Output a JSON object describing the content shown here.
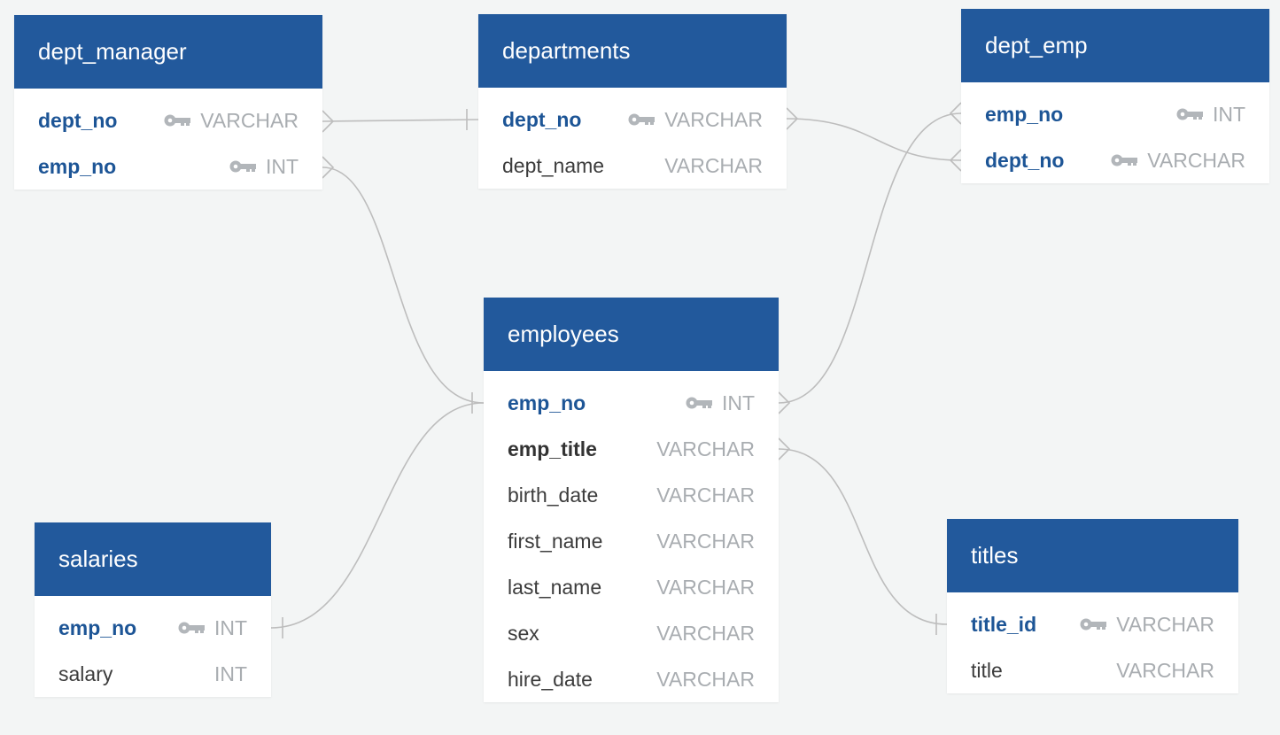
{
  "colors": {
    "header": "#22599c",
    "pk_text": "#1d5596",
    "type_text": "#a9adb1",
    "link": "#bdbdbd",
    "background": "#f3f5f5"
  },
  "tables": {
    "dept_manager": {
      "name": "dept_manager",
      "columns": [
        {
          "name": "dept_no",
          "type": "VARCHAR",
          "pk": true
        },
        {
          "name": "emp_no",
          "type": "INT",
          "pk": true
        }
      ]
    },
    "departments": {
      "name": "departments",
      "columns": [
        {
          "name": "dept_no",
          "type": "VARCHAR",
          "pk": true
        },
        {
          "name": "dept_name",
          "type": "VARCHAR",
          "pk": false
        }
      ]
    },
    "dept_emp": {
      "name": "dept_emp",
      "columns": [
        {
          "name": "emp_no",
          "type": "INT",
          "pk": true
        },
        {
          "name": "dept_no",
          "type": "VARCHAR",
          "pk": true
        }
      ]
    },
    "employees": {
      "name": "employees",
      "columns": [
        {
          "name": "emp_no",
          "type": "INT",
          "pk": true
        },
        {
          "name": "emp_title",
          "type": "VARCHAR",
          "pk": false
        },
        {
          "name": "birth_date",
          "type": "VARCHAR",
          "pk": false
        },
        {
          "name": "first_name",
          "type": "VARCHAR",
          "pk": false
        },
        {
          "name": "last_name",
          "type": "VARCHAR",
          "pk": false
        },
        {
          "name": "sex",
          "type": "VARCHAR",
          "pk": false
        },
        {
          "name": "hire_date",
          "type": "VARCHAR",
          "pk": false
        }
      ]
    },
    "salaries": {
      "name": "salaries",
      "columns": [
        {
          "name": "emp_no",
          "type": "INT",
          "pk": true
        },
        {
          "name": "salary",
          "type": "INT",
          "pk": false
        }
      ]
    },
    "titles": {
      "name": "titles",
      "columns": [
        {
          "name": "title_id",
          "type": "VARCHAR",
          "pk": true
        },
        {
          "name": "title",
          "type": "VARCHAR",
          "pk": false
        }
      ]
    }
  },
  "relationships": [
    {
      "from": "dept_manager.dept_no",
      "from_end": "many",
      "to": "departments.dept_no",
      "to_end": "one"
    },
    {
      "from": "dept_manager.emp_no",
      "from_end": "many",
      "to": "employees.emp_no",
      "to_end": "one"
    },
    {
      "from": "departments.dept_no",
      "from_end": "many",
      "to": "dept_emp.dept_no",
      "to_end": "many"
    },
    {
      "from": "employees.emp_no",
      "from_end": "many",
      "to": "dept_emp.emp_no",
      "to_end": "many"
    },
    {
      "from": "salaries.emp_no",
      "from_end": "one",
      "to": "employees.emp_no",
      "to_end": "one"
    },
    {
      "from": "employees.emp_title",
      "from_end": "many",
      "to": "titles.title_id",
      "to_end": "one"
    }
  ]
}
